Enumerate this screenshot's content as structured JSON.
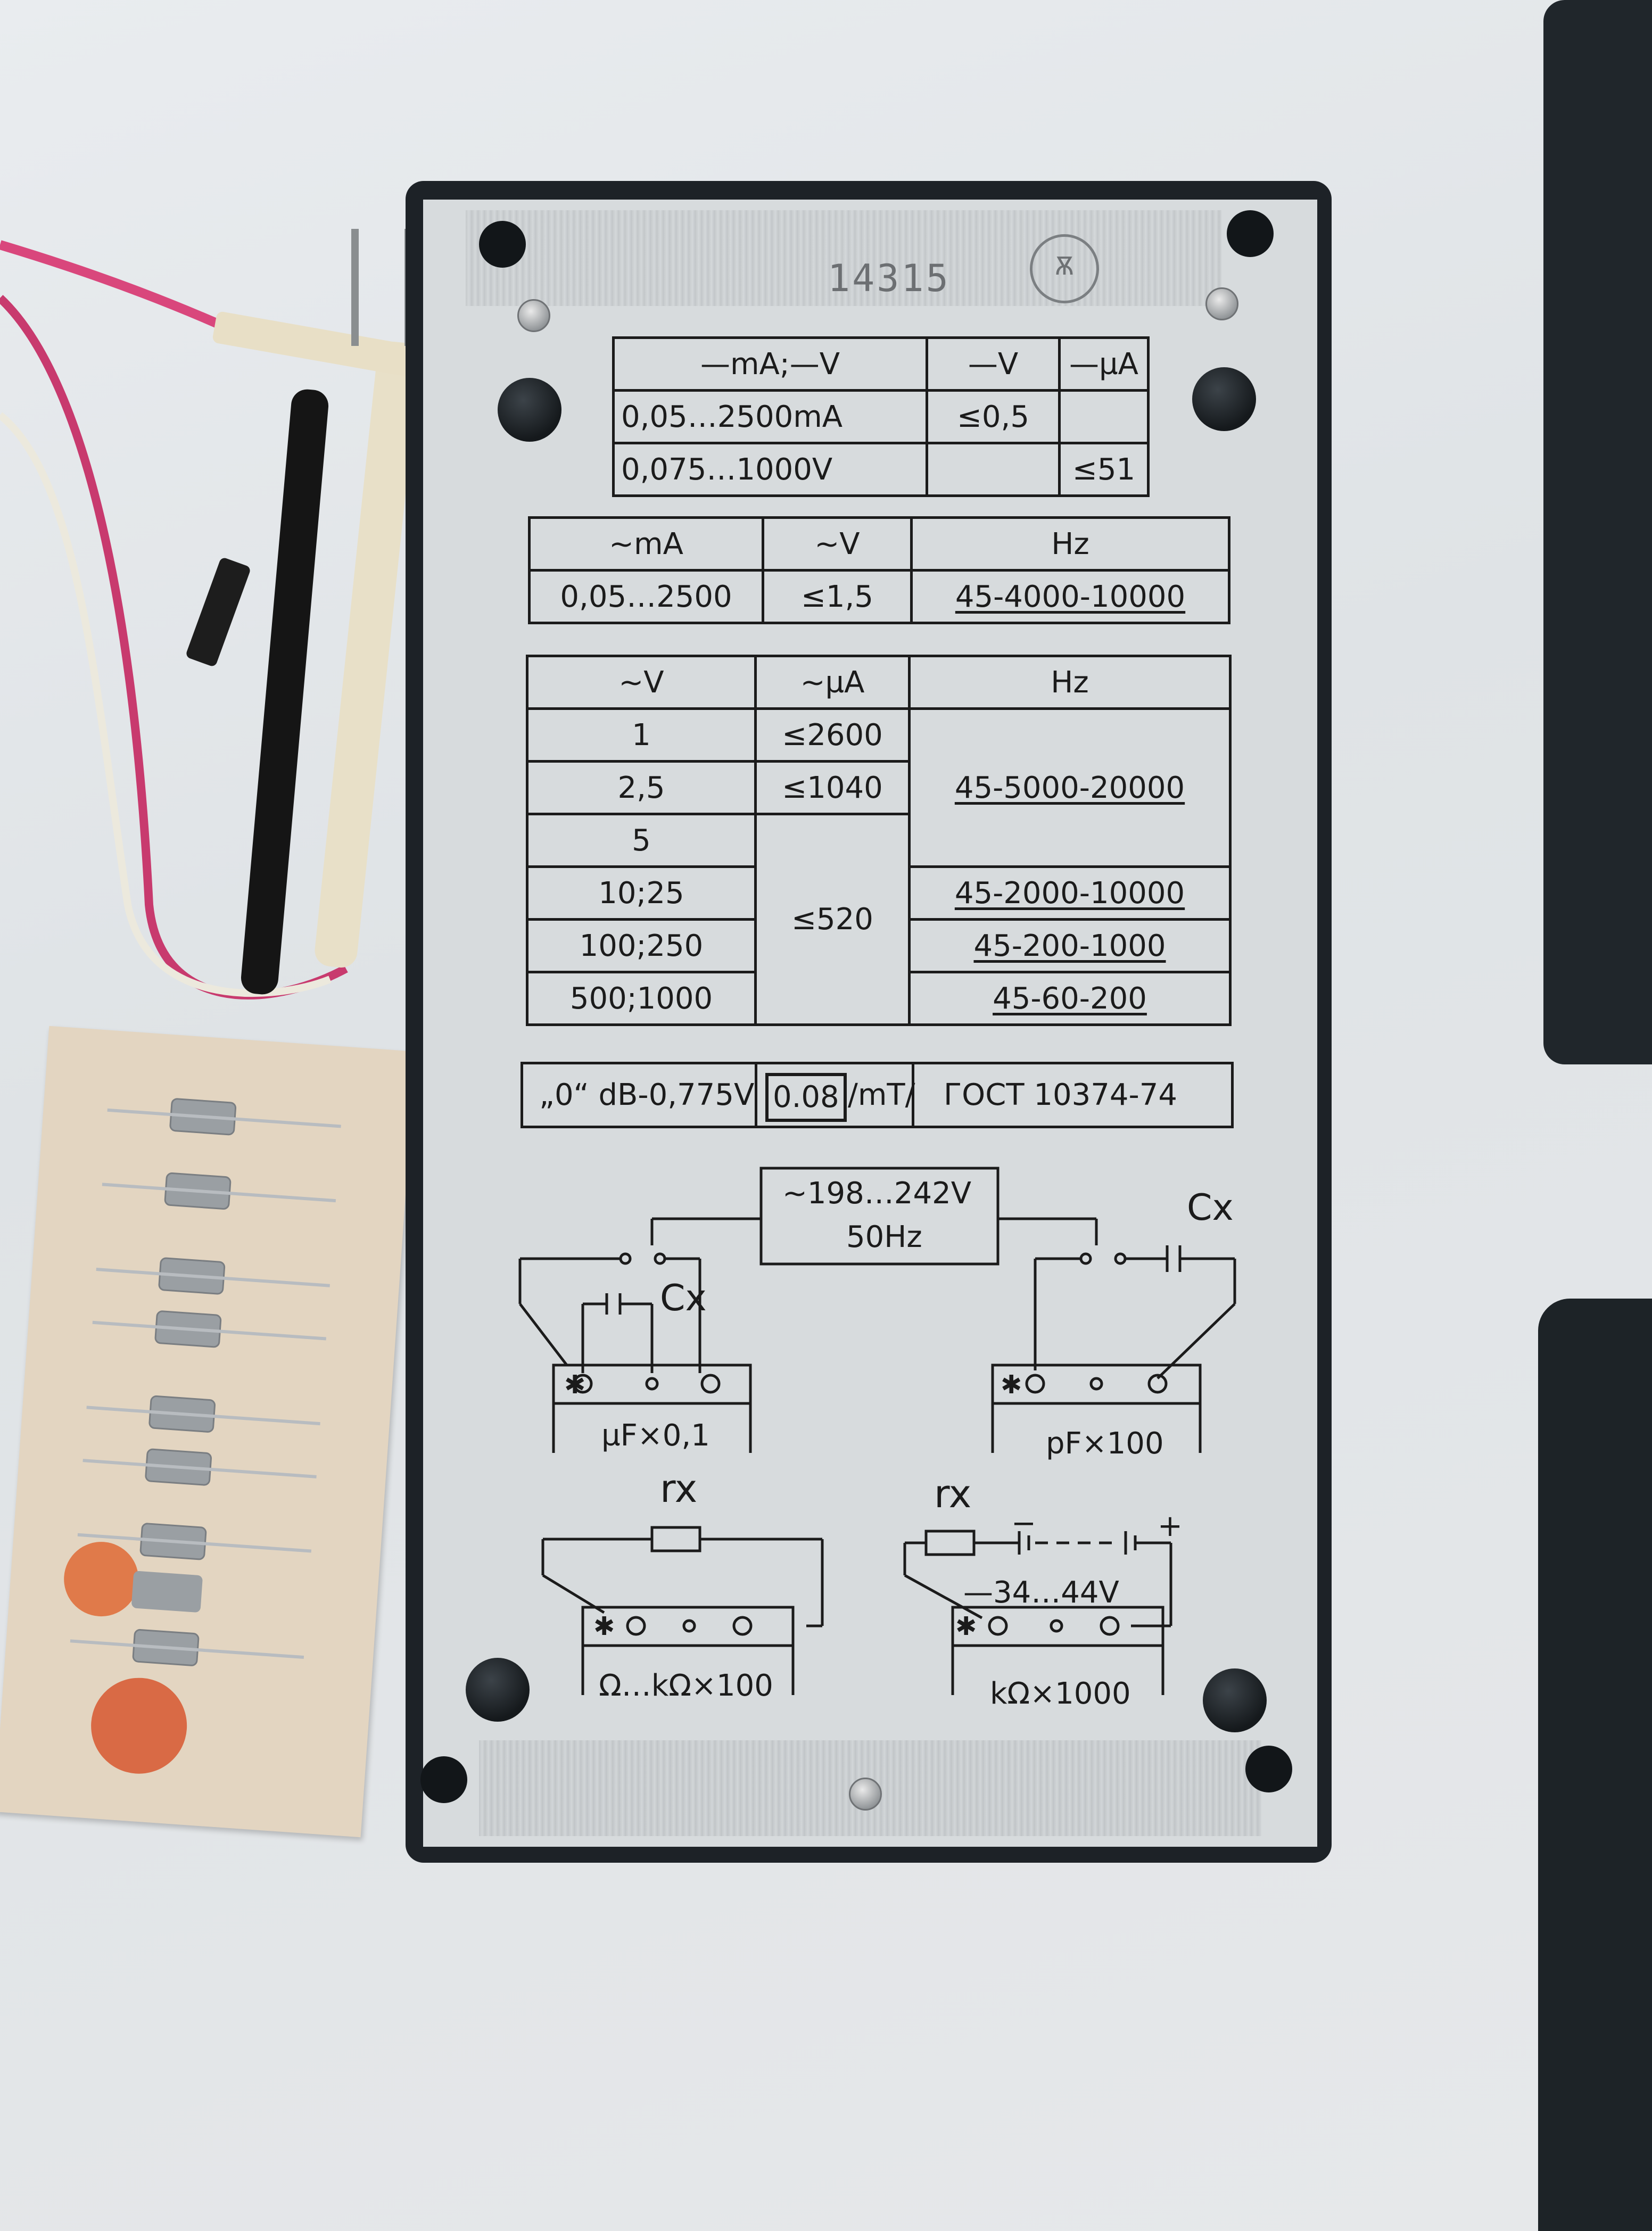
{
  "serial": "14315",
  "logo_symbol": "Ѫ",
  "table_dc": {
    "headers": [
      "—mA;—V",
      "—V",
      "—µA"
    ],
    "rows": [
      [
        "0,05…2500mA",
        "≤0,5",
        ""
      ],
      [
        "0,075…1000V",
        "",
        "≤51"
      ]
    ]
  },
  "table_ac_current": {
    "headers": [
      "∼mA",
      "∼V",
      "Hz"
    ],
    "row": [
      "0,05…2500",
      "≤1,5",
      "45-4000-10000"
    ]
  },
  "table_ac_voltage": {
    "headers": [
      "∼V",
      "∼µA",
      "Hz"
    ],
    "ranges": [
      "1",
      "2,5",
      "5",
      "10;25",
      "100;250",
      "500;1000"
    ],
    "currents": [
      "≤2600",
      "≤1040",
      "≤520"
    ],
    "freqs": [
      "45-5000-20000",
      "45-2000-10000",
      "45-200-1000",
      "45-60-200"
    ]
  },
  "bottom_row": {
    "db_ref": "„0“ dB-0,775V",
    "field_value": "0.08",
    "field_unit": "/mT/",
    "standard": "ГОСТ 10374-74"
  },
  "schematics": {
    "supply_line1": "∼198…242V",
    "supply_line2": "50Hz",
    "cx_left": "Cx",
    "cx_right": "Cx",
    "uf_scale": "µF×0,1",
    "pf_scale": "pF×100",
    "rx_left": "rx",
    "rx_right": "rx",
    "ohm_scale": "Ω…kΩ×100",
    "kohm_scale": "kΩ×1000",
    "battery_voltage": "—34…44V",
    "plus_sign": "+",
    "minus_sign": "−"
  }
}
